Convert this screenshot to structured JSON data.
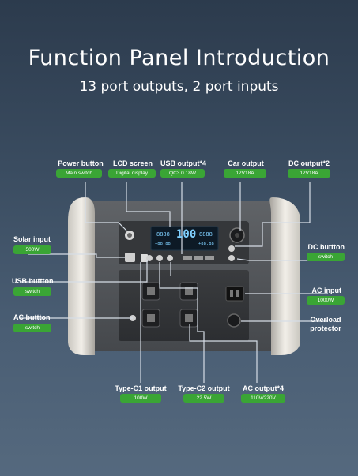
{
  "header": {
    "title": "Function Panel Introduction",
    "subtitle": "13 port outputs, 2 port inputs"
  },
  "callouts": {
    "power_button": {
      "label": "Power button",
      "tag": "Main switch"
    },
    "lcd_screen": {
      "label": "LCD screen",
      "tag": "Digital display"
    },
    "usb_output": {
      "label": "USB output*4",
      "tag": "QC3.0 18W"
    },
    "car_output": {
      "label": "Car output",
      "tag": "12V18A"
    },
    "dc_output": {
      "label": "DC output*2",
      "tag": "12V18A"
    },
    "solar_input": {
      "label": "Solar input",
      "tag": "500W"
    },
    "dc_button": {
      "label": "DC buttton",
      "tag": "switch"
    },
    "usb_button": {
      "label": "USB buttton",
      "tag": "switch"
    },
    "ac_input": {
      "label": "AC input",
      "tag": "1000W"
    },
    "ac_button": {
      "label": "AC buttton",
      "tag": "switch"
    },
    "overload": {
      "label1": "Overload",
      "label2": "protector"
    },
    "type_c1": {
      "label": "Type-C1 output",
      "tag": "100W"
    },
    "type_c2": {
      "label": "Type-C2 output",
      "tag": "22.5W"
    },
    "ac_output": {
      "label": "AC output*4",
      "tag": "110V/220V"
    }
  },
  "lcd": {
    "left_value": "8888",
    "center_value": "100",
    "right_value": "8888",
    "bottom_left": "+88.88",
    "bottom_right": "+88.88"
  },
  "colors": {
    "tag_green": "#3aa535",
    "callout_line": "#d6dde6"
  }
}
